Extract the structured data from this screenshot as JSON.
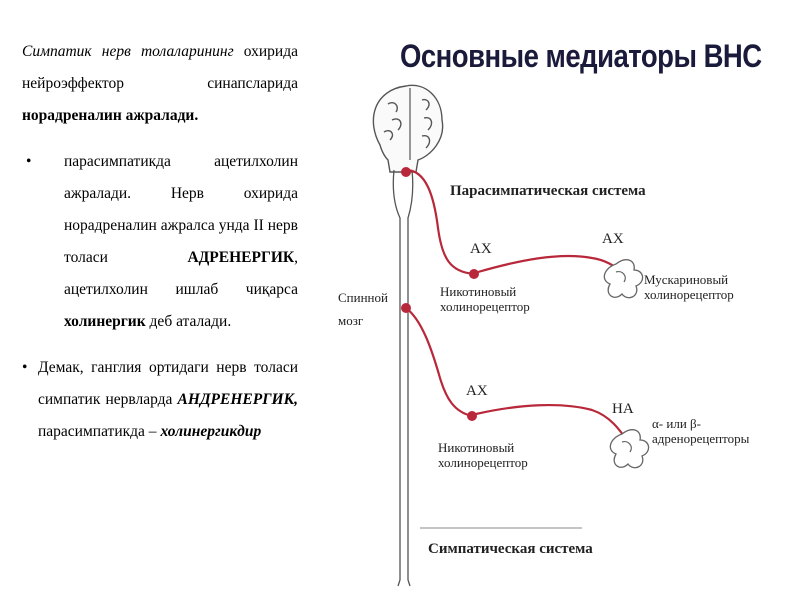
{
  "left_text": {
    "p1": {
      "t1": "Симпатик нерв толаларининг",
      "t2": "охирида нейроэффектор синапсларида",
      "t3": "норадреналин ажралади."
    },
    "p2": {
      "bullet": "•",
      "t1": "парасимпатикда ацетилхолин ажралади. Нерв охирида норадреналин ажралса унда II нерв толаси",
      "t2": "АДРЕНЕРГИК",
      "t3": ", ацетилхолин ишлаб чиқарса",
      "t4": "холинергик",
      "t5": "деб аталади."
    },
    "p3": {
      "bullet": "•",
      "t1": "Демак, ганглия ортидаги нерв толаси симпатик нервларда",
      "t2": "АНДРЕНЕРГИК,",
      "t3": "парасимпатикда –",
      "t4": "холинергикдир"
    }
  },
  "diagram": {
    "title": "Основные медиаторы ВНС",
    "parasympathetic": "Парасимпатическая система",
    "sympathetic": "Симпатическая система",
    "spinal_cord": [
      "Спинной",
      "мозг"
    ],
    "ax_top_left": "АХ",
    "ax_top_right": "АХ",
    "nicotinic_top": [
      "Никотиновый",
      "холинорецептор"
    ],
    "muscarinic": [
      "Мускариновый",
      "холинорецептор"
    ],
    "ax_bottom_left": "АХ",
    "na_bottom_right": "НА",
    "nicotinic_bottom": [
      "Никотиновый",
      "холинорецептор"
    ],
    "adreno": [
      "α- или β-",
      "адренорецепторы"
    ]
  },
  "colors": {
    "nerve": "#b8283a",
    "cord": "#444444",
    "title": "#1a1a3a"
  }
}
